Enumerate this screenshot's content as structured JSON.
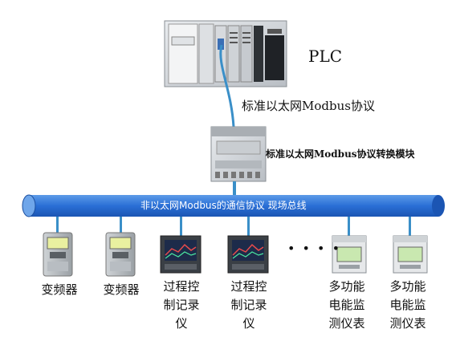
{
  "plc": {
    "label": "PLC"
  },
  "ethernet_link": {
    "label": "标准以太网Modbus协议"
  },
  "converter": {
    "label": "标准以太网Modbus协议转换模块"
  },
  "bus": {
    "label": "非以太网Modbus的通信协议 现场总线"
  },
  "ellipsis": "• • • •",
  "devices": [
    {
      "label": "变频器"
    },
    {
      "label": "变频器"
    },
    {
      "label": "过程控\n制记录\n仪"
    },
    {
      "label": "过程控\n制记录\n仪"
    },
    {
      "label": "多功能\n电能监\n测仪表"
    },
    {
      "label": "多功能\n电能监\n测仪表"
    }
  ],
  "colors": {
    "bus": "#2a6fd6",
    "bus_border": "#1b4fa0",
    "cable": "#3a8fc8"
  }
}
